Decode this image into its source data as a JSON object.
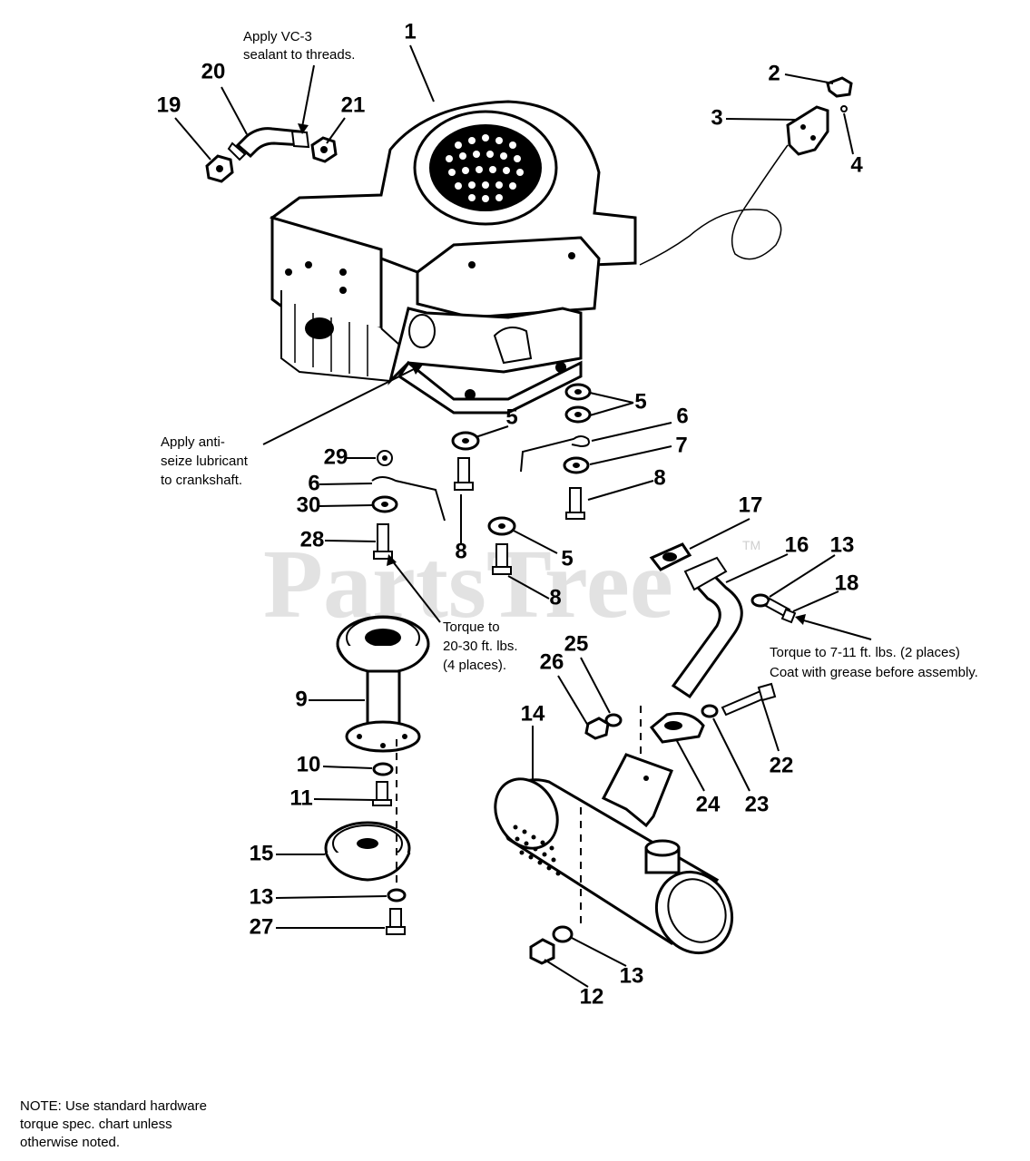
{
  "watermark": {
    "brand": "PartsTree",
    "tm": "TM"
  },
  "notes": {
    "vc3": [
      "Apply VC-3",
      "sealant to threads."
    ],
    "antiseize": [
      "Apply anti-",
      "seize lubricant",
      "to crankshaft."
    ],
    "torque_20_30": [
      "Torque to",
      "20-30 ft. lbs.",
      "(4 places)."
    ],
    "torque_7_11": [
      "Torque to 7-11 ft. lbs. (2 places)",
      "Coat with grease before assembly."
    ],
    "standard_hw": [
      "NOTE: Use standard hardware",
      "torque spec. chart unless",
      "otherwise noted."
    ]
  },
  "callouts": {
    "c1": "1",
    "c2": "2",
    "c3": "3",
    "c4": "4",
    "c5a": "5",
    "c5b": "5",
    "c5c": "5",
    "c6a": "6",
    "c6b": "6",
    "c7": "7",
    "c8a": "8",
    "c8b": "8",
    "c8c": "8",
    "c9": "9",
    "c10": "10",
    "c11": "11",
    "c12": "12",
    "c13a": "13",
    "c13b": "13",
    "c13c": "13",
    "c14": "14",
    "c15": "15",
    "c16": "16",
    "c17": "17",
    "c18": "18",
    "c19": "19",
    "c20": "20",
    "c21": "21",
    "c22": "22",
    "c23": "23",
    "c24": "24",
    "c25": "25",
    "c26": "26",
    "c27": "27",
    "c28": "28",
    "c29": "29",
    "c30": "30"
  }
}
